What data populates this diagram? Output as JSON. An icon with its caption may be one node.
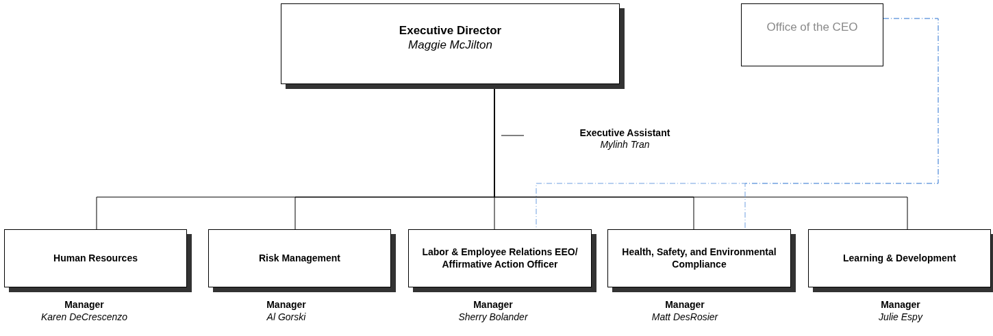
{
  "diagram": {
    "nodes": [
      {
        "text": [
          "Executive Director",
          "Maggie McJilton"
        ]
      },
      {
        "text": [
          "Office of the CEO"
        ]
      },
      {
        "text": [
          "Executive Assistant",
          "Mylinh Tran"
        ]
      },
      {
        "text": [
          "Human Resources"
        ],
        "beside": [
          "Manager",
          "Karen DeCrescenzo"
        ]
      },
      {
        "text": [
          "Risk Management"
        ],
        "beside": [
          "Manager",
          "Al Gorski"
        ]
      },
      {
        "text": [
          "Labor & Employee Relations EEO/ Affirmative Action Officer"
        ],
        "beside": [
          "Manager",
          "Sherry Bolander"
        ]
      },
      {
        "text": [
          "Health, Safety, and Environmental Compliance"
        ],
        "beside": [
          "Manager",
          "Matt DesRosier"
        ]
      },
      {
        "text": [
          "Learning & Development"
        ],
        "beside": [
          "Manager",
          "Julie Espy"
        ]
      }
    ],
    "edges": [
      {
        "from": 0,
        "to": 3,
        "arrow": "none"
      },
      {
        "from": 0,
        "to": 4,
        "arrow": "none"
      },
      {
        "from": 0,
        "to": 5,
        "arrow": "none"
      },
      {
        "from": 0,
        "to": 6,
        "arrow": "none"
      },
      {
        "from": 0,
        "to": 7,
        "arrow": "none"
      },
      {
        "from": 1,
        "to": 5,
        "arrow": "none",
        "style": "dashed",
        "color": "#6f9fe0"
      },
      {
        "from": 1,
        "to": 6,
        "arrow": "none",
        "style": "dashed",
        "color": "#6f9fe0"
      }
    ]
  }
}
